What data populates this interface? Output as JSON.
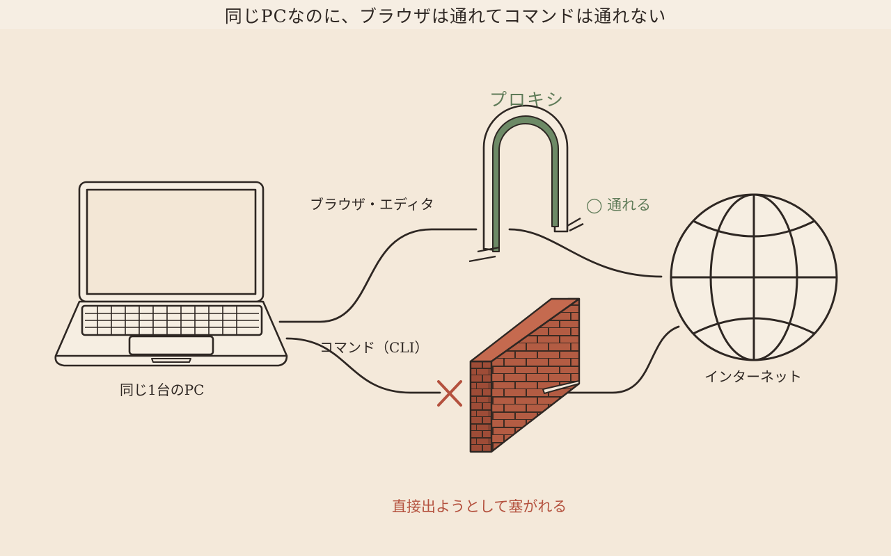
{
  "title": "同じPCなのに、ブラウザは通れてコマンドは通れない",
  "nodes": {
    "pc": "同じ1台のPC",
    "proxy": "プロキシ",
    "internet": "インターネット"
  },
  "routes": {
    "browser": "ブラウザ・エディタ",
    "command": "コマンド（CLI）",
    "ok_mark": "◯ 通れる",
    "blocked": "直接出ようとして塞がれる"
  },
  "colors": {
    "ink": "#2e2723",
    "proxy_green": "#6d8a66",
    "ok_text": "#5f7b58",
    "blocked_red": "#b4513e",
    "brick": "#b35c43",
    "background": "#f4e9da"
  }
}
